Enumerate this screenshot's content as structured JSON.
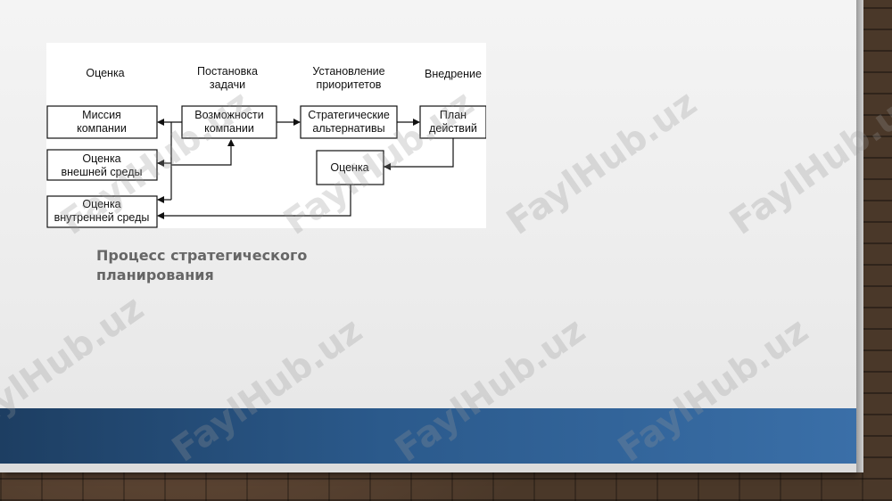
{
  "diagram": {
    "headers": {
      "evaluation": "Оценка",
      "task_setting": [
        "Постановка",
        "задачи"
      ],
      "priorities": [
        "Установление",
        "приоритетов"
      ],
      "implementation": "Внедрение"
    },
    "boxes": {
      "mission": [
        "Миссия",
        "компании"
      ],
      "external": [
        "Оценка",
        "внешней среды"
      ],
      "internal": [
        "Оценка",
        "внутренней среды"
      ],
      "opportunities": [
        "Возможности",
        "компании"
      ],
      "alternatives": [
        "Стратегические",
        "альтернативы"
      ],
      "plan": [
        "План",
        "действий"
      ],
      "evaluation_box": "Оценка"
    }
  },
  "caption": [
    "Процесс стратегического",
    "планирования"
  ],
  "watermark": "FaylHub.uz"
}
